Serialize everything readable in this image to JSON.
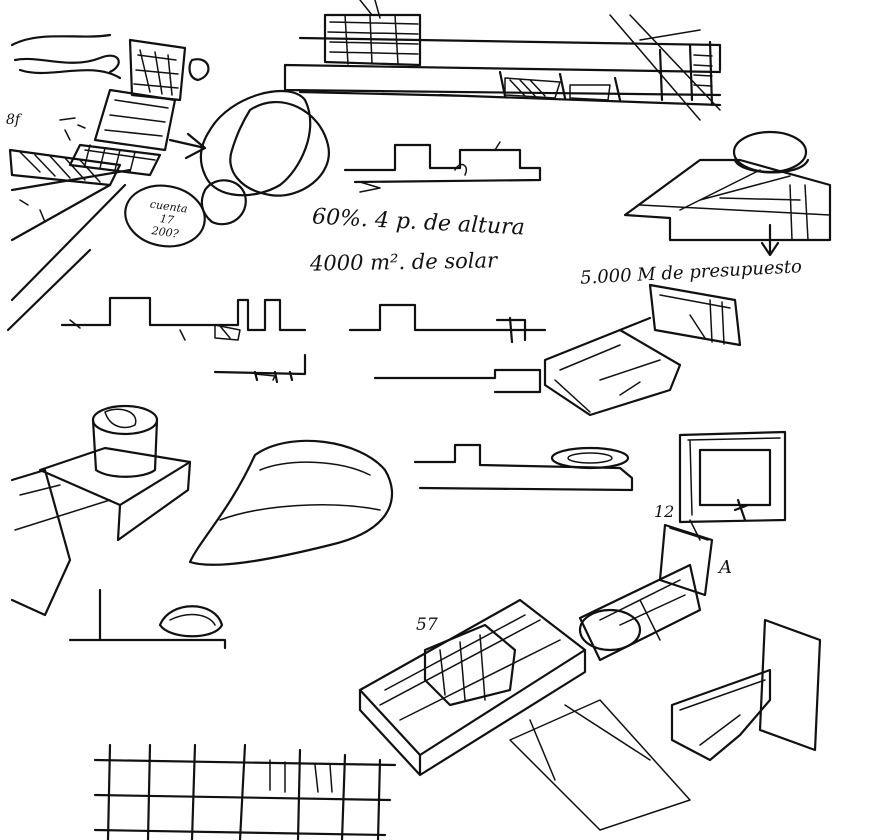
{
  "sheet": {
    "notes": {
      "coverage": "60%.  4 p. de altura",
      "site": "4000 m². de solar",
      "budget": "5.000 M de presupuesto",
      "circle_line1": "cuenta",
      "circle_line2": "17",
      "circle_line3": "200?",
      "label_12": "12",
      "label_a": "A",
      "label_57": "57",
      "label_8f": "8f"
    },
    "colors": {
      "ink": "#111111",
      "paper": "#ffffff"
    }
  }
}
